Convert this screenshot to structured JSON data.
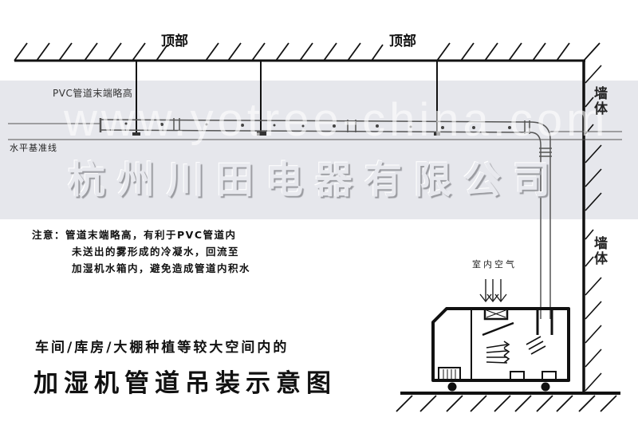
{
  "diagram": {
    "title": "加湿机管道吊装示意图",
    "subtitle": "车间/库房/大棚种植等较大空间内的",
    "labels": {
      "ceiling_left": "顶部",
      "ceiling_right": "顶部",
      "wall_upper": "墙体",
      "wall_lower": "墙体",
      "pvc_note": "PVC管道末端略高",
      "baseline": "水平基准线",
      "indoor_air": "室内空气"
    },
    "note": {
      "lines": [
        "注意：管道末端略高，有利于PVC管道内",
        "未送出的雾形成的冷凝水，回流至",
        "加湿机水箱内，避免造成管道内积水"
      ]
    },
    "watermark": {
      "url": "www.yotree-china.com",
      "company": "杭州川田电器有限公司"
    },
    "colors": {
      "line": "#111111",
      "band": "#e6e7ec",
      "pipe": "#555555"
    }
  }
}
